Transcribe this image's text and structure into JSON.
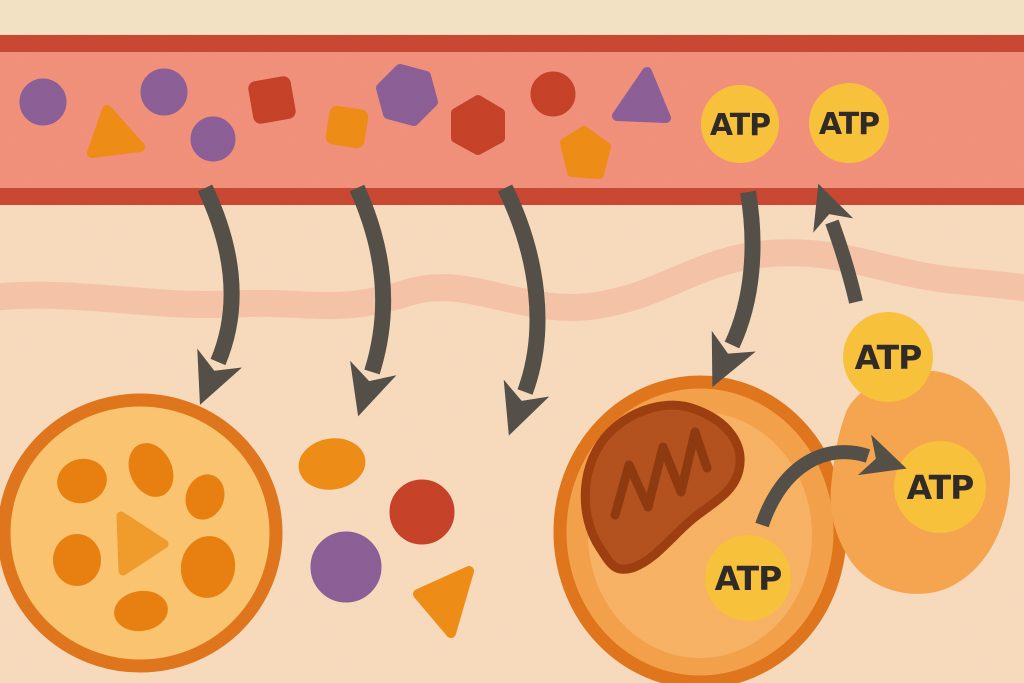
{
  "alt_text": "Illustration of nutrient molecules traveling in a blood vessel, being absorbed into tissue, stored inside a cell, metabolized by a mitochondrion into ATP, and ATP being exported back to the bloodstream.",
  "labels": {
    "atp": "ATP"
  },
  "colors": {
    "bgTop": "#F4E2C4",
    "bgTissue": "#F8DABD",
    "wave": "#F5C3A8",
    "vesselFill": "#F1917A",
    "vesselWall": "#C94732",
    "arrow": "#534F48",
    "purple": "#8B5F97",
    "orange": "#EE8C15",
    "red": "#C64128",
    "atpFill": "#F9C23B",
    "atpText": "#2F2A25",
    "cellOutline": "#E0751B",
    "cellFillLeft": "#FBC470",
    "granule": "#E8800F",
    "granuleLight": "#F09C2B",
    "cellFillRight": "#F4A14A",
    "cellInnerRight": "#F8B264",
    "mitoFill": "#B3511E",
    "mitoRim": "#9C3E10",
    "mitoLine": "#8E3A10",
    "blob": "#F6A54F"
  },
  "scene": {
    "blood_vessel": {
      "nutrients": [
        {
          "shape": "circle",
          "color": "purple"
        },
        {
          "shape": "triangle",
          "color": "orange"
        },
        {
          "shape": "circle",
          "color": "purple"
        },
        {
          "shape": "circle",
          "color": "purple"
        },
        {
          "shape": "square",
          "color": "red"
        },
        {
          "shape": "square",
          "color": "orange"
        },
        {
          "shape": "hexagon",
          "color": "purple"
        },
        {
          "shape": "hexagon",
          "color": "red"
        },
        {
          "shape": "circle",
          "color": "red"
        },
        {
          "shape": "triangle",
          "color": "purple"
        },
        {
          "shape": "pentagon",
          "color": "orange"
        }
      ],
      "atp_count": 2
    },
    "free_nutrients": [
      {
        "shape": "oval",
        "color": "orange"
      },
      {
        "shape": "circle",
        "color": "red"
      },
      {
        "shape": "circle",
        "color": "purple"
      },
      {
        "shape": "triangle",
        "color": "orange"
      }
    ],
    "storage_cell": {
      "granule_count": 6,
      "triangle_granule_count": 1
    },
    "mitochondrion_cell": {
      "organelle": "mitochondrion",
      "atp_inside": 1
    },
    "extracellular_atp_count": 2,
    "arrows": {
      "nutrient_absorption": 4,
      "atp_transfer": 1,
      "atp_export_to_vessel": 1
    }
  }
}
